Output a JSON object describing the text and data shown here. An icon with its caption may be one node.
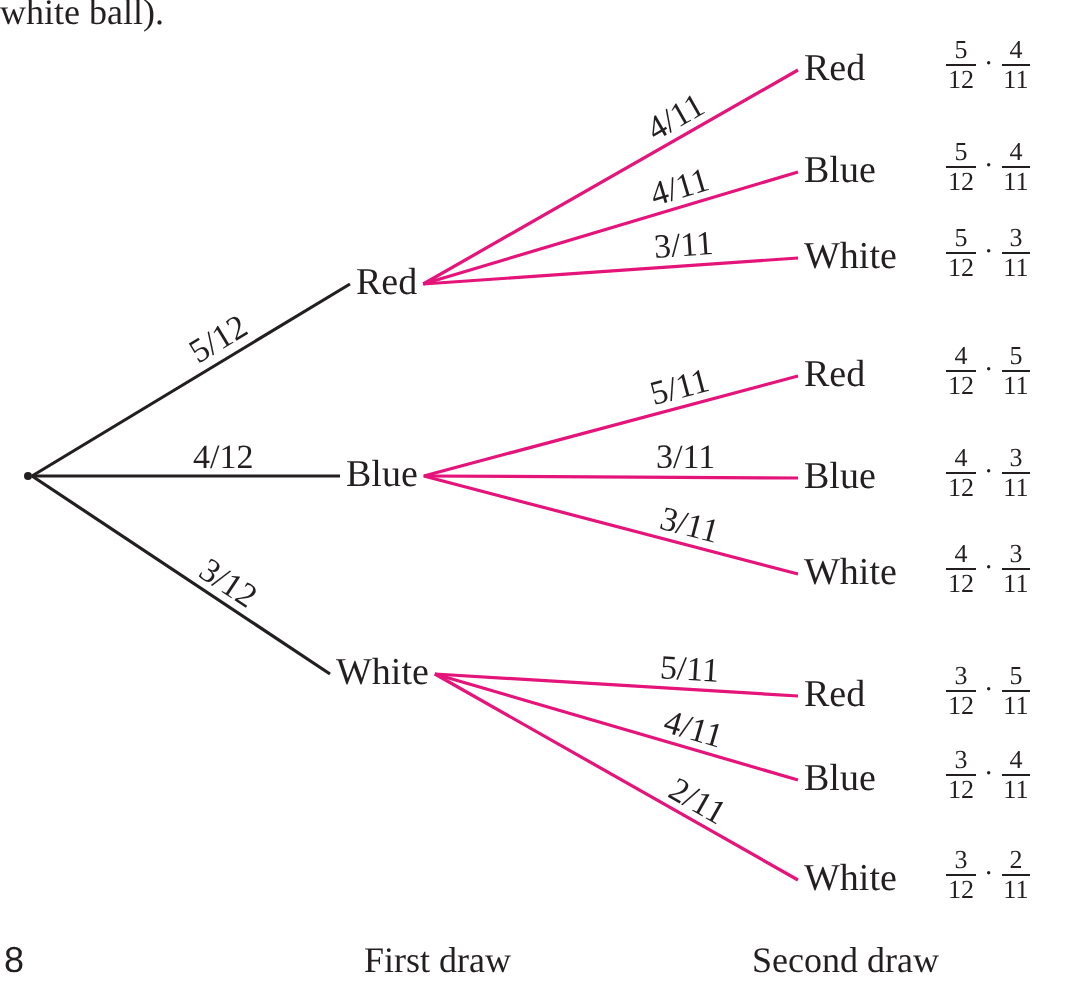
{
  "diagram": {
    "nodes": [
      {
        "text": [],
        "shape": "point"
      },
      {
        "text": [
          "Red"
        ]
      },
      {
        "text": [
          "Blue"
        ]
      },
      {
        "text": [
          "White"
        ]
      },
      {
        "text": [
          "Red"
        ],
        "beside": [
          "5",
          "12",
          "·",
          "4",
          "11"
        ]
      },
      {
        "text": [
          "Blue"
        ],
        "beside": [
          "5",
          "12",
          "·",
          "4",
          "11"
        ]
      },
      {
        "text": [
          "White"
        ],
        "beside": [
          "5",
          "12",
          "·",
          "3",
          "11"
        ]
      },
      {
        "text": [
          "Red"
        ],
        "beside": [
          "4",
          "12",
          "·",
          "5",
          "11"
        ]
      },
      {
        "text": [
          "Blue"
        ],
        "beside": [
          "4",
          "12",
          "·",
          "3",
          "11"
        ]
      },
      {
        "text": [
          "White"
        ],
        "beside": [
          "4",
          "12",
          "·",
          "3",
          "11"
        ]
      },
      {
        "text": [
          "Red"
        ],
        "beside": [
          "3",
          "12",
          "·",
          "5",
          "11"
        ]
      },
      {
        "text": [
          "Blue"
        ],
        "beside": [
          "3",
          "12",
          "·",
          "4",
          "11"
        ]
      },
      {
        "text": [
          "White"
        ],
        "beside": [
          "3",
          "12",
          "·",
          "2",
          "11"
        ]
      }
    ],
    "edges": [
      {
        "from": 0,
        "to": 1,
        "arrow": "none",
        "label": "5/12",
        "color": "#231f20"
      },
      {
        "from": 0,
        "to": 2,
        "arrow": "none",
        "label": "4/12",
        "color": "#231f20"
      },
      {
        "from": 0,
        "to": 3,
        "arrow": "none",
        "label": "3/12",
        "color": "#231f20"
      },
      {
        "from": 1,
        "to": 4,
        "arrow": "none",
        "label": "4/11"
      },
      {
        "from": 1,
        "to": 5,
        "arrow": "none",
        "label": "4/11"
      },
      {
        "from": 1,
        "to": 6,
        "arrow": "none",
        "label": "3/11"
      },
      {
        "from": 2,
        "to": 7,
        "arrow": "none",
        "label": "5/11"
      },
      {
        "from": 2,
        "to": 8,
        "arrow": "none",
        "label": "3/11"
      },
      {
        "from": 2,
        "to": 9,
        "arrow": "none",
        "label": "3/11"
      },
      {
        "from": 3,
        "to": 10,
        "arrow": "none",
        "label": "5/11"
      },
      {
        "from": 3,
        "to": 11,
        "arrow": "none",
        "label": "4/11"
      },
      {
        "from": 3,
        "to": 12,
        "arrow": "none",
        "label": "2/11"
      }
    ],
    "labels": [
      "white ball).",
      "8",
      "First draw",
      "Second draw"
    ]
  }
}
